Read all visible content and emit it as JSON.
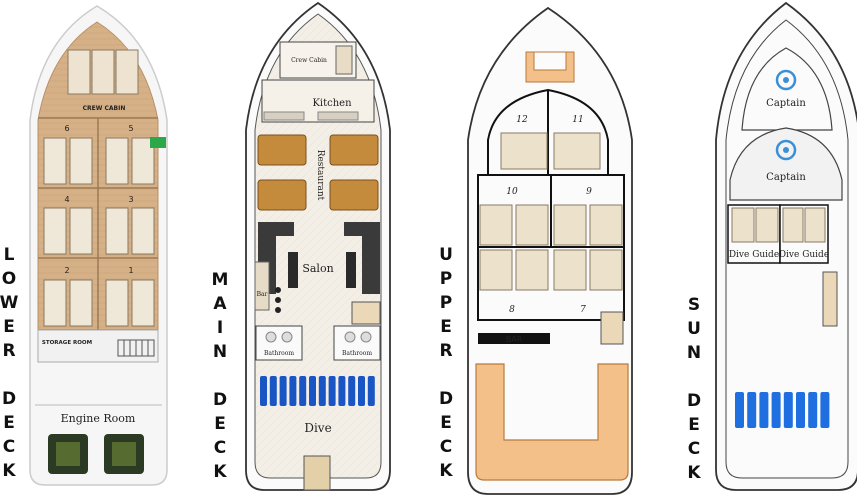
{
  "decks": [
    {
      "key": "lower",
      "label_word_1": "LOWER",
      "label_word_2": "DECK"
    },
    {
      "key": "main",
      "label_word_1": "MAIN",
      "label_word_2": "DECK"
    },
    {
      "key": "upper",
      "label_word_1": "UPPER",
      "label_word_2": "DECK"
    },
    {
      "key": "sun",
      "label_word_1": "SUN",
      "label_word_2": "DECK"
    }
  ],
  "lower": {
    "crew_cabin": "CREW CABIN",
    "cabins": [
      "6",
      "5",
      "4",
      "3",
      "2",
      "1"
    ],
    "storage": "STORAGE ROOM",
    "engine_room": "Engine Room"
  },
  "main": {
    "crew_cabin": "Crew Cabin",
    "kitchen": "Kitchen",
    "restaurant": "Restaurant",
    "salon": "Salon",
    "bar": "Bar",
    "bathroom_left": "Bathroom",
    "bathroom_right": "Bathroom",
    "dive": "Dive"
  },
  "upper": {
    "cabins": [
      "12",
      "11",
      "10",
      "9",
      "8",
      "7"
    ],
    "bar": "BAR"
  },
  "sun": {
    "captain_1": "Captain",
    "captain_2": "Captain",
    "dive_guide_1": "Dive Guide",
    "dive_guide_2": "Dive Guide"
  },
  "colors": {
    "wood": "#d9b48a",
    "floor": "#f3eee6",
    "hull": "#f4f4f4",
    "tank": "#1a55c4",
    "sun_bed": "#1f6fe0",
    "sofa": "#f3c08a",
    "engine": "#2b3a22"
  }
}
